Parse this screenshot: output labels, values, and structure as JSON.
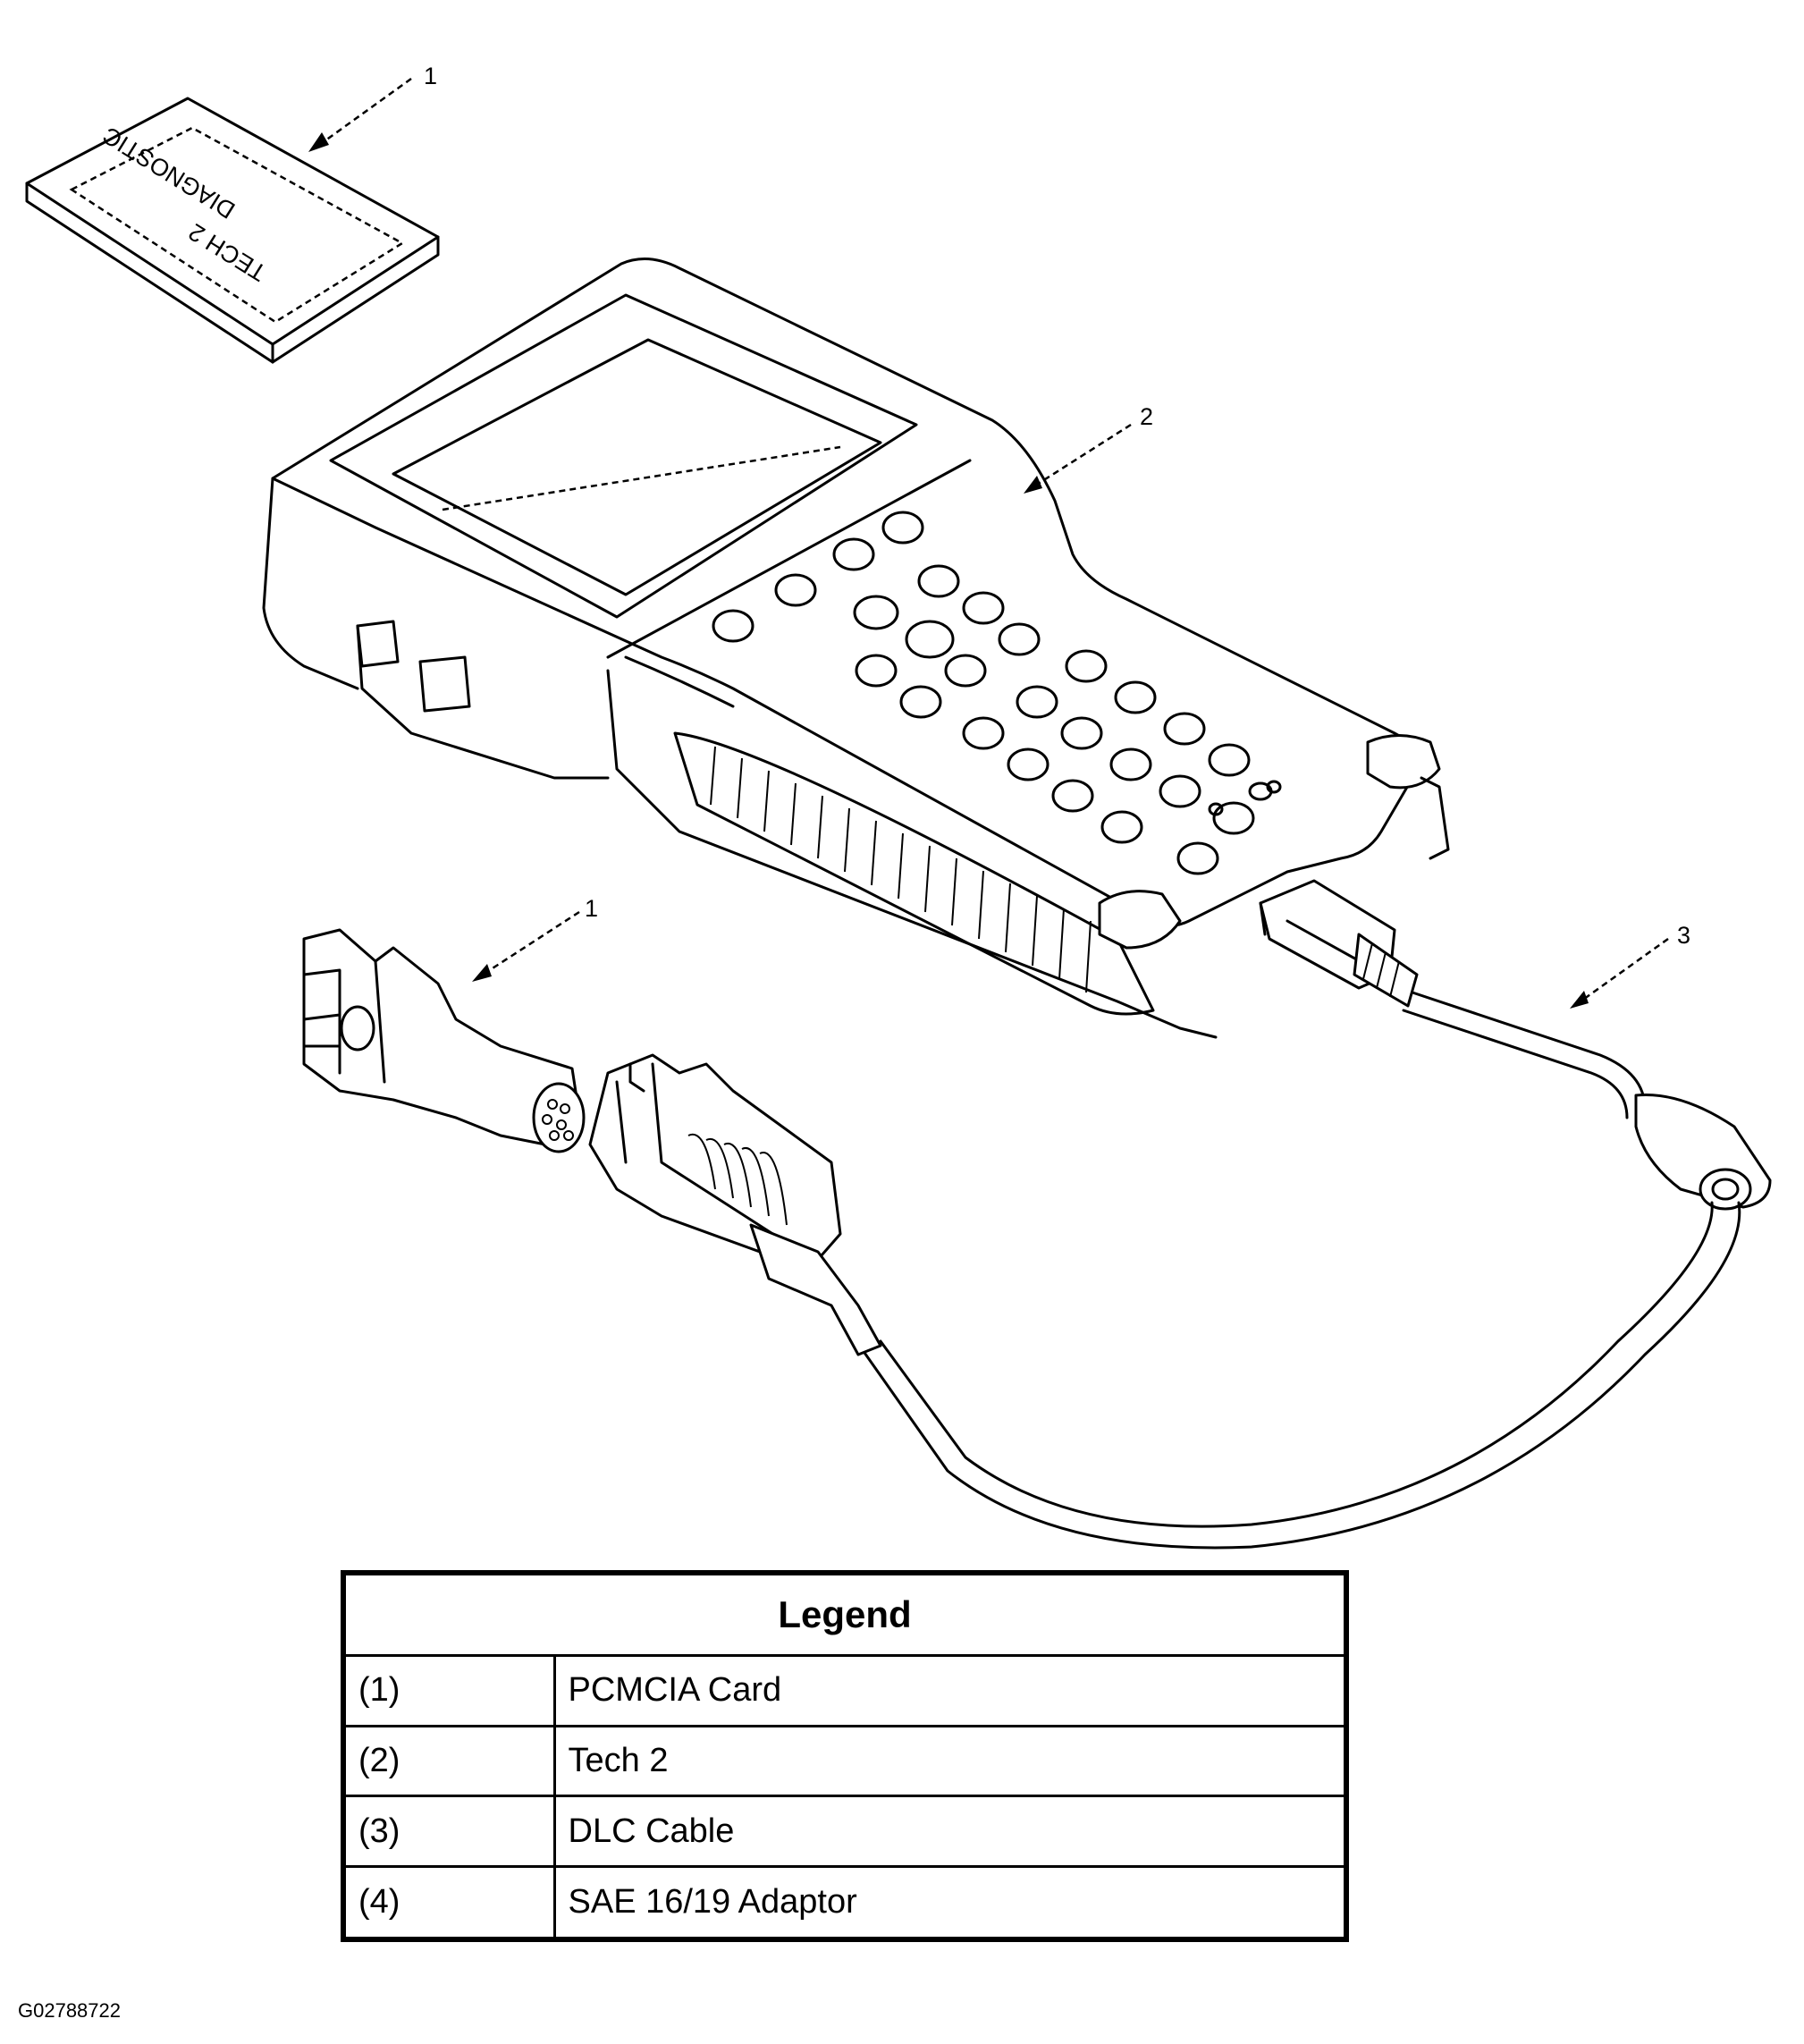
{
  "callouts": {
    "card": "1",
    "tech2": "2",
    "adaptor": "1",
    "cable": "3"
  },
  "card_label": {
    "line1": "TECH 2",
    "line2": "DIAGNOSTIC"
  },
  "legend": {
    "title": "Legend",
    "rows": [
      {
        "num": "(1)",
        "text": "PCMCIA Card"
      },
      {
        "num": "(2)",
        "text": "Tech 2"
      },
      {
        "num": "(3)",
        "text": "DLC Cable"
      },
      {
        "num": "(4)",
        "text": "SAE 16/19 Adaptor"
      }
    ]
  },
  "figure_id": "G02788722"
}
